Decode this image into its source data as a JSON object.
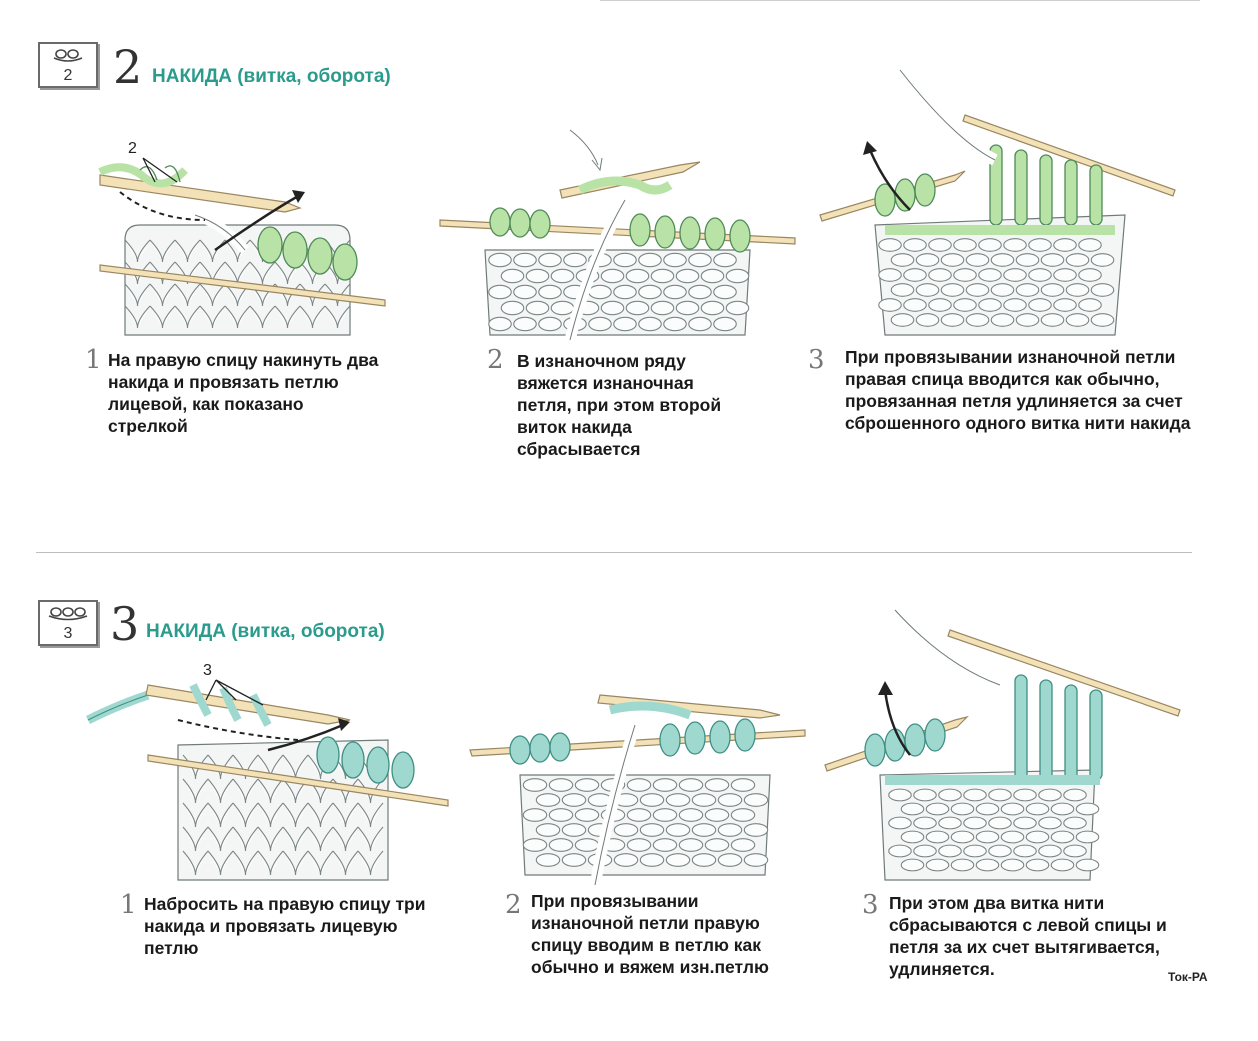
{
  "colors": {
    "accent": "#2a9b8c",
    "yarn_green": "#b9e2a6",
    "yarn_green_dark": "#4f8a57",
    "yarn_teal": "#9fd8cf",
    "yarn_teal_dark": "#3f8f84",
    "needle": "#f3e2b8",
    "needle_stroke": "#9a8660",
    "knit_fill": "#eef2f2",
    "knit_stroke": "#6f7a7a"
  },
  "sections": [
    {
      "symbol_number": "2",
      "big_number": "2",
      "title": "НАКИДА (витка, оборота)",
      "steps": [
        {
          "number": "1",
          "text": "На правую спицу накинуть два\nнакида и провязать петлю\nлицевой, как показано\nстрелкой",
          "diagram_label": "2"
        },
        {
          "number": "2",
          "text": "В изнаночном ряду\nвяжется изнаночная\nпетля, при этом второй\nвиток накида\nсбрасывается"
        },
        {
          "number": "3",
          "text": "При провязывании изнаночной петли\nправая спица вводится как обычно,\nпровязанная петля удлиняется за счет\nсброшенного одного витка нити накида"
        }
      ]
    },
    {
      "symbol_number": "3",
      "big_number": "3",
      "title": "НАКИДА (витка, оборота)",
      "steps": [
        {
          "number": "1",
          "text": "Набросить на правую спицу три\nнакида и провязать лицевую\nпетлю",
          "diagram_label": "3"
        },
        {
          "number": "2",
          "text": "При провязывании\nизнаночной петли правую\nспицу вводим в петлю как\nобычно и вяжем изн.петлю"
        },
        {
          "number": "3",
          "text": "При этом два витка нити\nсбрасываются с левой спицы и\nпетля за их счет вытягивается,\nудлиняется."
        }
      ]
    }
  ],
  "credit": "Ток-РА"
}
